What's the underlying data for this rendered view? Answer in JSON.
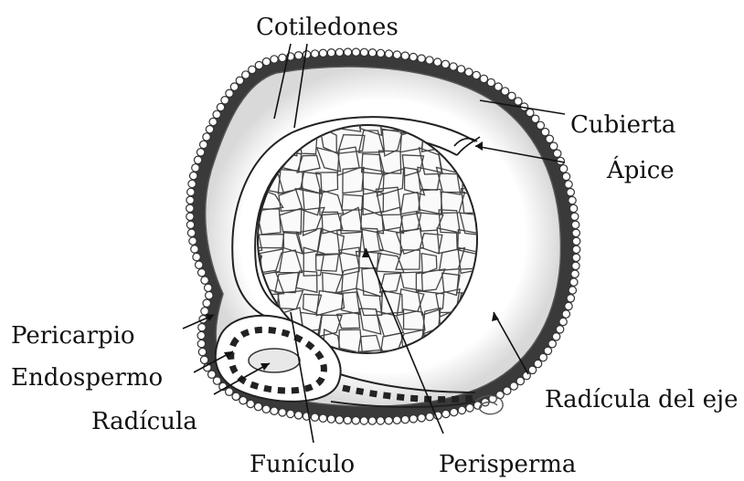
{
  "figure": {
    "labels": {
      "cotiledones": "Cotiledones",
      "cubierta": "Cubierta",
      "apice": "Ápice",
      "pericarpio": "Pericarpio",
      "endospermo": "Endospermo",
      "radicula": "Radícula",
      "radicula_del_eje": "Radícula del eje",
      "funiculo": "Funículo",
      "perisperma": "Perisperma"
    }
  },
  "colors": {
    "ink": "#111111",
    "coat": "#3a3a3a",
    "shade": "#d9d9d9"
  }
}
